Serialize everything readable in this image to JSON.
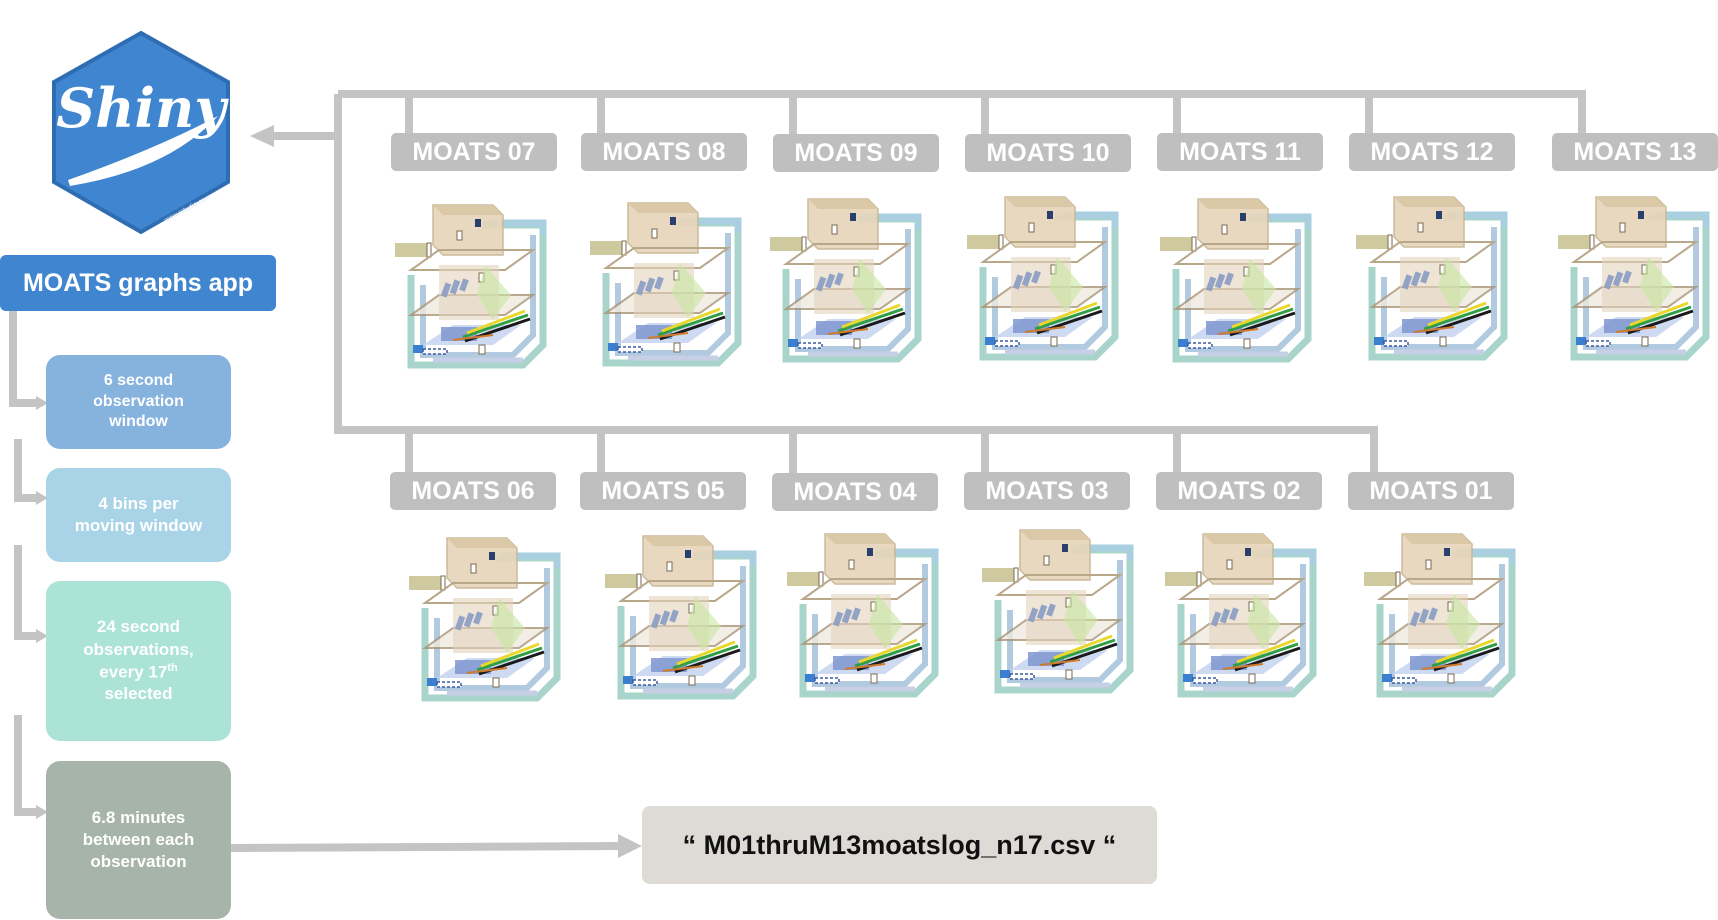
{
  "logo": {
    "text": "Shiny",
    "small_text": "www.rstudio.com",
    "color": "#3f85cf"
  },
  "app": {
    "label": "MOATS graphs app"
  },
  "steps": [
    {
      "lines": [
        "6 second",
        "observation",
        "window"
      ]
    },
    {
      "lines": [
        "4 bins per",
        "moving window"
      ]
    },
    {
      "line1": "24 second",
      "line2": "observations,",
      "line3_pre": "every 17",
      "line3_sup": "th",
      "line4": "selected"
    },
    {
      "lines": [
        "6.8 minutes",
        "between each",
        "observation"
      ]
    }
  ],
  "tanks_top": [
    "MOATS 07",
    "MOATS 08",
    "MOATS 09",
    "MOATS 10",
    "MOATS 11",
    "MOATS 12",
    "MOATS 13"
  ],
  "tanks_bottom": [
    "MOATS 06",
    "MOATS 05",
    "MOATS 04",
    "MOATS 03",
    "MOATS 02",
    "MOATS 01"
  ],
  "output_file": {
    "label": "“ M01thruM13moatslog_n17.csv “"
  },
  "colors": {
    "connector": "#bfbfbf",
    "label_bg": "#bfbfbf",
    "file_bg": "#dedbd6"
  }
}
